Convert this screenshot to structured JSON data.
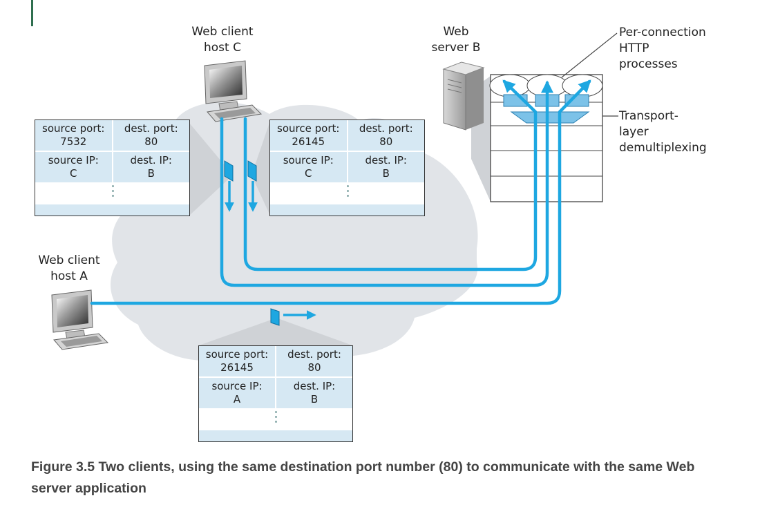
{
  "labels": {
    "host_c": "Web client\nhost C",
    "server_b": "Web\nserver B",
    "processes": "Per-connection\nHTTP\nprocesses",
    "demux": "Transport-\nlayer\ndemultiplexing",
    "host_a": "Web client\nhost A"
  },
  "segments": [
    {
      "source_port_label": "source port:",
      "source_port": "7532",
      "dest_port_label": "dest. port:",
      "dest_port": "80",
      "source_ip_label": "source IP:",
      "source_ip": "C",
      "dest_ip_label": "dest. IP:",
      "dest_ip": "B"
    },
    {
      "source_port_label": "source port:",
      "source_port": "26145",
      "dest_port_label": "dest. port:",
      "dest_port": "80",
      "source_ip_label": "source IP:",
      "source_ip": "C",
      "dest_ip_label": "dest. IP:",
      "dest_ip": "B"
    },
    {
      "source_port_label": "source port:",
      "source_port": "26145",
      "dest_port_label": "dest. port:",
      "dest_port": "80",
      "source_ip_label": "source IP:",
      "source_ip": "A",
      "dest_ip_label": "dest. IP:",
      "dest_ip": "B"
    }
  ],
  "caption": "Figure 3.5 Two clients, using the same destination port number (80) to communicate with the same Web server application",
  "colors": {
    "link": "#1ea7e1",
    "segment_fill": "#d6e8f3",
    "cloud": "#e1e4e8",
    "accent": "#2f6f4f"
  }
}
